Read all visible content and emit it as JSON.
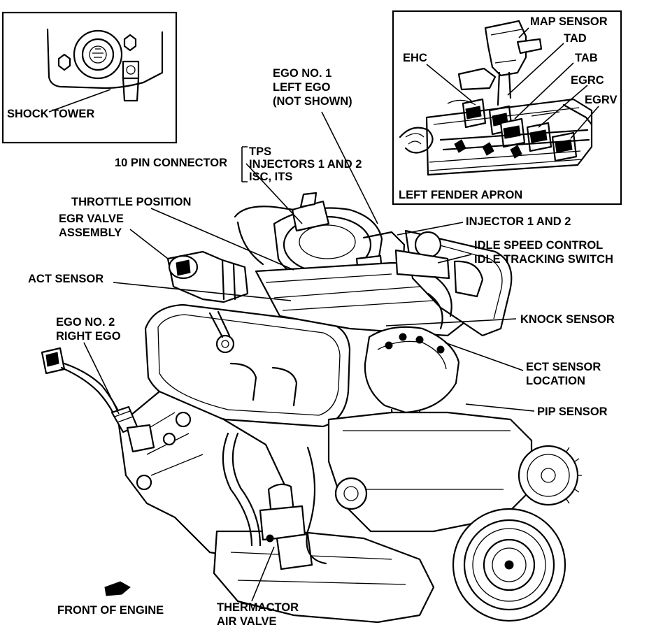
{
  "inset_left": {
    "label": "SHOCK TOWER"
  },
  "inset_right": {
    "map_sensor": "MAP SENSOR",
    "tad": "TAD",
    "tab": "TAB",
    "ehc": "EHC",
    "egrc": "EGRC",
    "egrv": "EGRV",
    "fender": "LEFT FENDER APRON"
  },
  "callouts": {
    "ego1_line1": "EGO NO. 1",
    "ego1_line2": "LEFT EGO",
    "ego1_line3": "(NOT SHOWN)",
    "pin10": "10 PIN CONNECTOR",
    "tps": "TPS",
    "injectors12": "INJECTORS 1 AND 2",
    "isc_its": "ISC, ITS",
    "throttle": "THROTTLE POSITION",
    "egr_line1": "EGR VALVE",
    "egr_line2": "ASSEMBLY",
    "act": "ACT SENSOR",
    "ego2_line1": "EGO NO. 2",
    "ego2_line2": "RIGHT EGO",
    "injector": "INJECTOR 1 AND 2",
    "isc": "IDLE SPEED CONTROL",
    "its": "IDLE TRACKING SWITCH",
    "knock": "KNOCK SENSOR",
    "ect_line1": "ECT SENSOR",
    "ect_line2": "LOCATION",
    "pip": "PIP SENSOR",
    "front": "FRONT OF ENGINE",
    "tav_line1": "THERMACTOR",
    "tav_line2": "AIR VALVE"
  }
}
